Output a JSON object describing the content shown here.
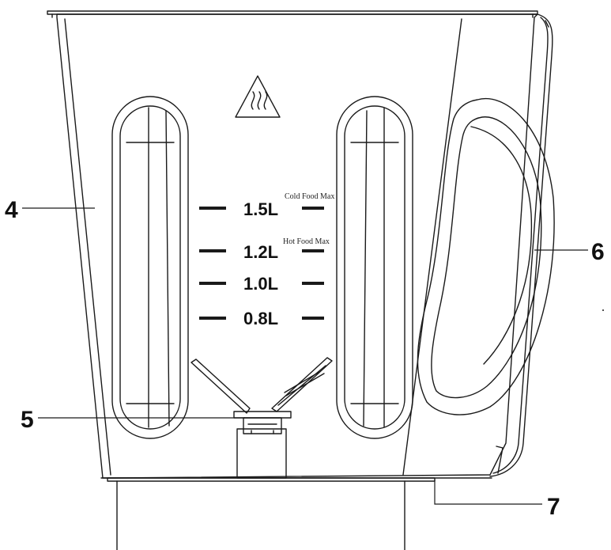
{
  "callouts": {
    "c4": "4",
    "c5": "5",
    "c6": "6",
    "c7": "7"
  },
  "capacity_marks": {
    "m1": "1.5L",
    "m2": "1.2L",
    "m3": "1.0L",
    "m4": "0.8L"
  },
  "notes": {
    "cold": "Cold Food Max",
    "hot": "Hot Food Max"
  },
  "icons": {
    "warning": "hot-surface-warning-icon"
  },
  "colors": {
    "line": "#1a1a1a",
    "background": "#ffffff"
  }
}
